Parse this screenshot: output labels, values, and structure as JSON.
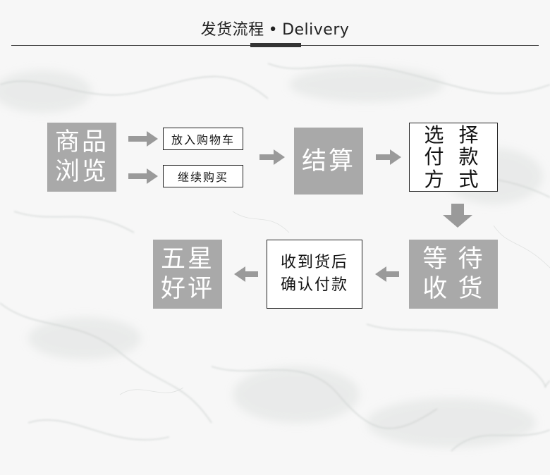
{
  "header": {
    "title_cn": "发货流程",
    "dot": "•",
    "title_en": "Delivery"
  },
  "steps": {
    "browse": [
      "商品",
      "浏览"
    ],
    "add_cart": "放入购物车",
    "continue_buy": "继续购买",
    "checkout": "结算",
    "payment": [
      "选 择",
      "付 款",
      "方 式"
    ],
    "wait": [
      "等 待",
      "收 货"
    ],
    "confirm": [
      "收到货后",
      "确认付款"
    ],
    "review": [
      "五星",
      "好评"
    ]
  },
  "colors": {
    "gray_box": "#a9a9a9",
    "arrow": "#9a9a9a",
    "rule": "#333333"
  }
}
